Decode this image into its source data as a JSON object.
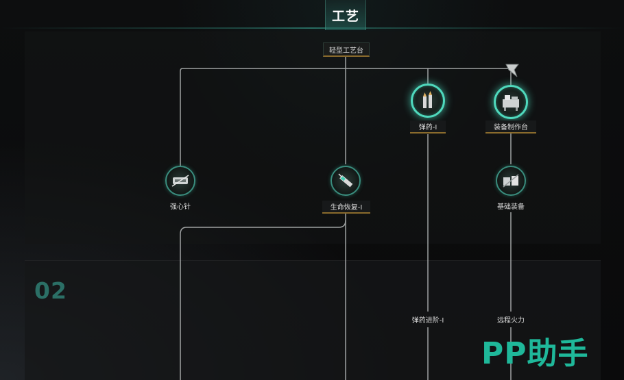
{
  "header": {
    "title": "工艺"
  },
  "tree": {
    "root": {
      "label": "轻型工艺台"
    },
    "nodes": {
      "qiangxinzhen": {
        "label": "强心针",
        "icon": "syringe-icon"
      },
      "shengming": {
        "label": "生命恢复-I",
        "icon": "injector-icon"
      },
      "danyao": {
        "label": "弹药-I",
        "icon": "bullets-icon"
      },
      "zhuangbei_zhizuo": {
        "label": "装备制作台",
        "icon": "workbench-icon"
      },
      "jichu_zhuangbei": {
        "label": "基础装备",
        "icon": "equipment-icon"
      },
      "danyao_jinjie": {
        "label": "弹药进阶-I"
      },
      "yuancheng": {
        "label": "远程火力"
      }
    }
  },
  "tier": {
    "number": "02"
  },
  "watermark": {
    "text": "PP助手"
  },
  "colors": {
    "accent": "#3fd0b3",
    "line": "#b8bcbc",
    "label_underline": "#8a6b2c",
    "tier": "#2b6f66",
    "watermark": "#1fb89a"
  }
}
